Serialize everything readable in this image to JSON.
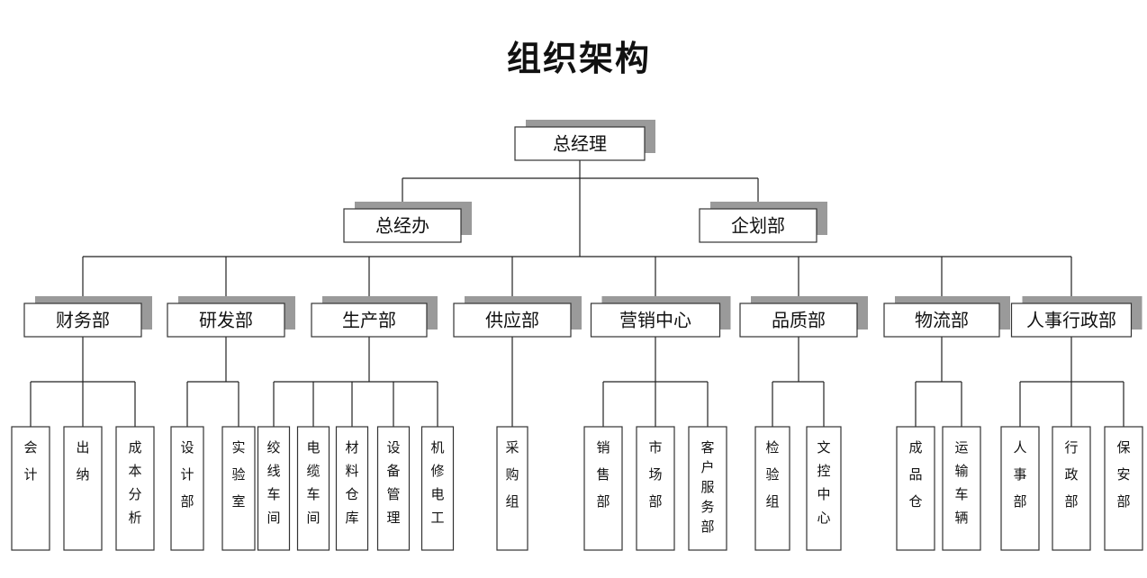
{
  "title": "组织架构",
  "root": {
    "label": "总经理"
  },
  "staff": [
    {
      "label": "总经办"
    },
    {
      "label": "企划部"
    }
  ],
  "departments": [
    {
      "label": "财务部",
      "children": [
        "会计",
        "出纳",
        "成本分析"
      ]
    },
    {
      "label": "研发部",
      "children": [
        "设计部",
        "实验室"
      ]
    },
    {
      "label": "生产部",
      "children": [
        "绞线车间",
        "电缆车间",
        "材料仓库",
        "设备管理",
        "机修电工"
      ]
    },
    {
      "label": "供应部",
      "children": [
        "采购组"
      ]
    },
    {
      "label": "营销中心",
      "children": [
        "销售部",
        "市场部",
        "客户服务部"
      ]
    },
    {
      "label": "品质部",
      "children": [
        "检验组",
        "文控中心"
      ]
    },
    {
      "label": "物流部",
      "children": [
        "成品仓",
        "运输车辆"
      ]
    },
    {
      "label": "人事行政部",
      "children": [
        "人事部",
        "行政部",
        "保安部"
      ]
    }
  ]
}
